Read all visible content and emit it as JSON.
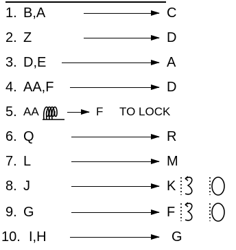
{
  "steps": [
    {
      "num": "1.",
      "from": "B,A",
      "to": "C"
    },
    {
      "num": "2.",
      "from": "Z",
      "to": "D"
    },
    {
      "num": "3.",
      "from": "D,E",
      "to": "A"
    },
    {
      "num": "4.",
      "from": "AA,F",
      "to": "D"
    },
    {
      "num": "5.",
      "from": "AA",
      "to": "F",
      "note": "TO LOCK",
      "connector": "coil-spring-icon"
    },
    {
      "num": "6.",
      "from": "Q",
      "to": "R"
    },
    {
      "num": "7.",
      "from": "L",
      "to": "M"
    },
    {
      "num": "8.",
      "from": "J",
      "to": "K",
      "icons": [
        "rotate-ccw-icon",
        "rotate-cw-icon"
      ]
    },
    {
      "num": "9.",
      "from": "G",
      "to": "F",
      "icons": [
        "rotate-ccw-icon",
        "rotate-cw-icon"
      ]
    },
    {
      "num": "10.",
      "from": "I,H",
      "to": "G"
    }
  ]
}
